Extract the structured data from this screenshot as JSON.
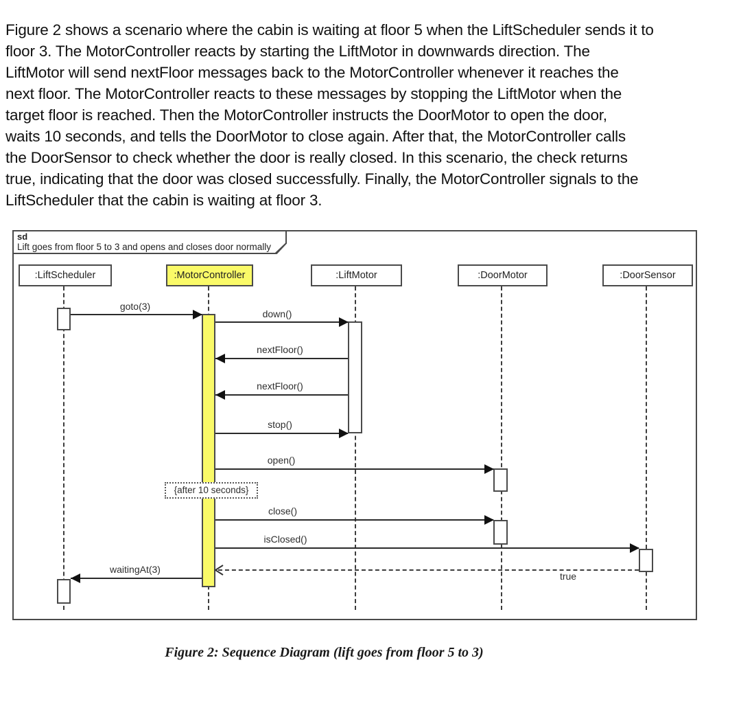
{
  "document": {
    "paragraph_lines": [
      "Figure 2 shows a scenario where the cabin is waiting at floor 5 when the LiftScheduler sends it to",
      "floor 3. The MotorController reacts by starting the LiftMotor in downwards direction. The",
      "LiftMotor will send nextFloor messages back to the MotorController whenever it reaches the",
      "next floor. The MotorController reacts to these messages by stopping the LiftMotor when the",
      "target floor is reached. Then the MotorController instructs the DoorMotor to open the door,",
      "waits 10 seconds, and tells the DoorMotor to close again. After that, the MotorController calls",
      "the DoorSensor to check whether the door is really closed. In this scenario, the check returns",
      "true, indicating that the door was closed successfully. Finally, the MotorController signals to the",
      "LiftScheduler that the cabin is waiting at floor 3."
    ],
    "caption": "Figure 2: Sequence Diagram (lift goes from floor 5 to 3)"
  },
  "diagram": {
    "frame_operator": "sd",
    "frame_title": "Lift goes from floor 5 to 3 and opens and closes door normally",
    "participants": [
      {
        "name": ":LiftScheduler",
        "highlighted": false
      },
      {
        "name": ":MotorController",
        "highlighted": true
      },
      {
        "name": ":LiftMotor",
        "highlighted": false
      },
      {
        "name": ":DoorMotor",
        "highlighted": false
      },
      {
        "name": ":DoorSensor",
        "highlighted": false
      }
    ],
    "messages": [
      {
        "label": "goto(3)",
        "from": ":LiftScheduler",
        "to": ":MotorController",
        "type": "sync"
      },
      {
        "label": "down()",
        "from": ":MotorController",
        "to": ":LiftMotor",
        "type": "sync"
      },
      {
        "label": "nextFloor()",
        "from": ":LiftMotor",
        "to": ":MotorController",
        "type": "sync"
      },
      {
        "label": "nextFloor()",
        "from": ":LiftMotor",
        "to": ":MotorController",
        "type": "sync"
      },
      {
        "label": "stop()",
        "from": ":MotorController",
        "to": ":LiftMotor",
        "type": "sync"
      },
      {
        "label": "open()",
        "from": ":MotorController",
        "to": ":DoorMotor",
        "type": "sync"
      },
      {
        "label": "close()",
        "from": ":MotorController",
        "to": ":DoorMotor",
        "type": "sync"
      },
      {
        "label": "isClosed()",
        "from": ":MotorController",
        "to": ":DoorSensor",
        "type": "sync"
      },
      {
        "label": "true",
        "from": ":DoorSensor",
        "to": ":MotorController",
        "type": "return"
      },
      {
        "label": "waitingAt(3)",
        "from": ":MotorController",
        "to": ":LiftScheduler",
        "type": "sync"
      }
    ],
    "timing_constraint": "{after 10 seconds}",
    "colors": {
      "highlight_yellow": "#fafa68",
      "frame_border": "#4a4a4a",
      "message_line": "#2a2a2a",
      "text": "#2e2e2e"
    }
  }
}
